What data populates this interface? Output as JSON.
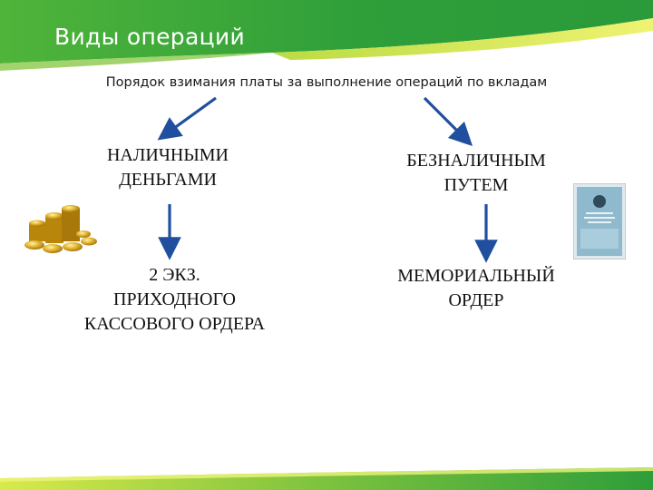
{
  "title": "Виды операций",
  "subtitle": "Порядок взимания платы за выполнение операций по вкладам",
  "nodes": {
    "cash": [
      "НАЛИЧНЫМИ",
      "ДЕНЬГАМИ"
    ],
    "cashless": [
      "БЕЗНАЛИЧНЫМ",
      "ПУТЕМ"
    ],
    "receipt": [
      "2 ЭКЗ.",
      "ПРИХОДНОГО",
      "КАССОВОГО ОРДЕРА"
    ],
    "memorial": [
      "МЕМОРИАЛЬНЫЙ",
      "ОРДЕР"
    ]
  },
  "icons": {
    "coins": "gold-coins-icon",
    "document": "bank-document-icon"
  },
  "colors": {
    "header_green": "#2e9e3a",
    "header_lime": "#d8e84a",
    "arrow_blue": "#1f4f9e",
    "text": "#111111"
  }
}
